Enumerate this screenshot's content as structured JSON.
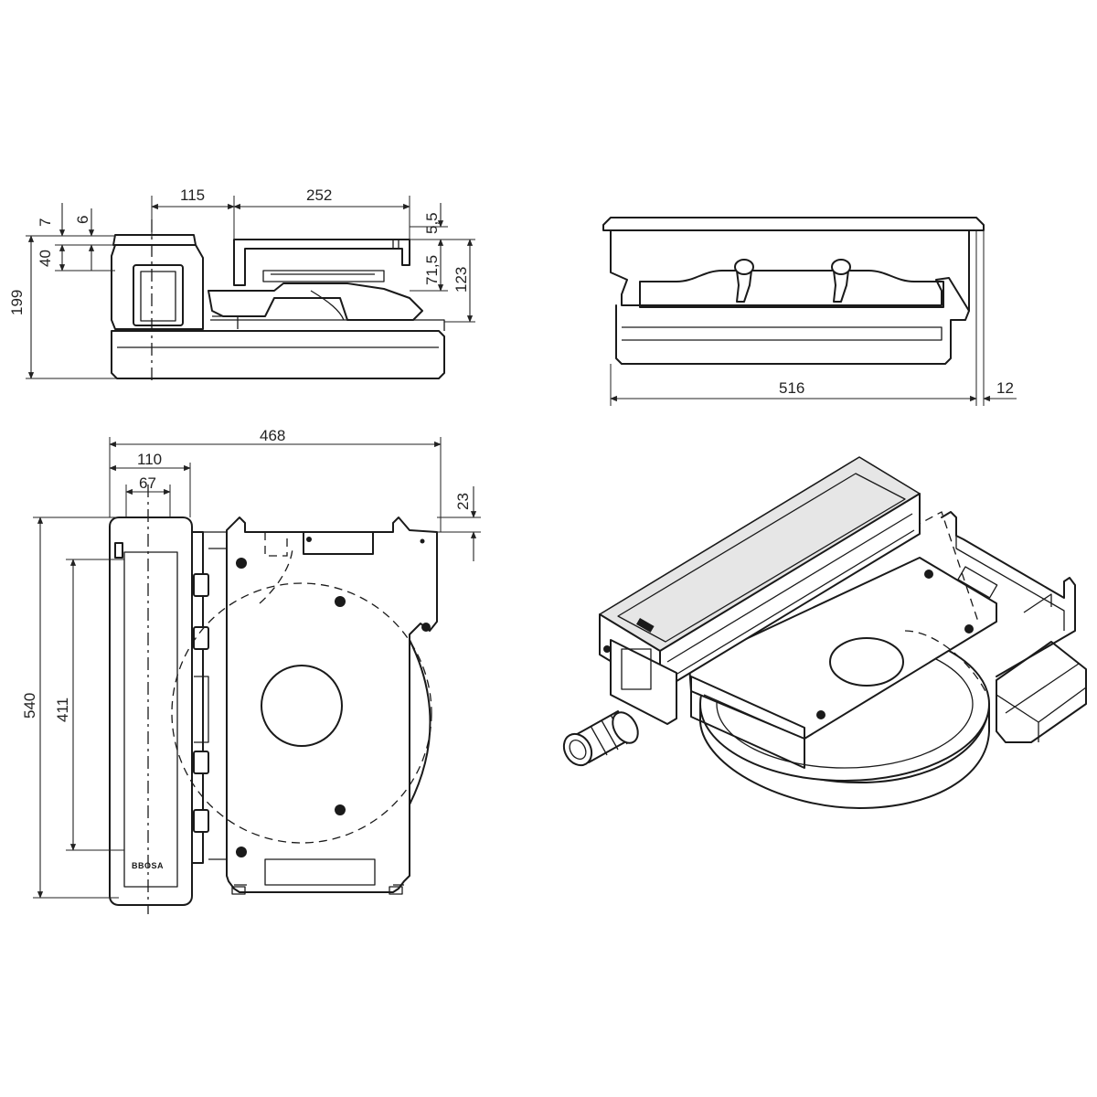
{
  "dimensions": {
    "side_view": {
      "top_offset_left": "115",
      "top_length": "252",
      "left_7": "7",
      "left_6": "6",
      "left_40": "40",
      "total_height": "199",
      "right_5_5": "5,5",
      "right_71_5": "71,5",
      "right_123": "123"
    },
    "front_view": {
      "width": "516",
      "right_offset": "12"
    },
    "top_view": {
      "total_width": "468",
      "width_110": "110",
      "width_67": "67",
      "offset_23": "23",
      "total_depth": "540",
      "inner_depth": "411"
    }
  },
  "brand_label": "BBOSA",
  "colors": {
    "line": "#1a1a1a",
    "background": "#ffffff",
    "panel_fill": "#e6e6e6"
  }
}
